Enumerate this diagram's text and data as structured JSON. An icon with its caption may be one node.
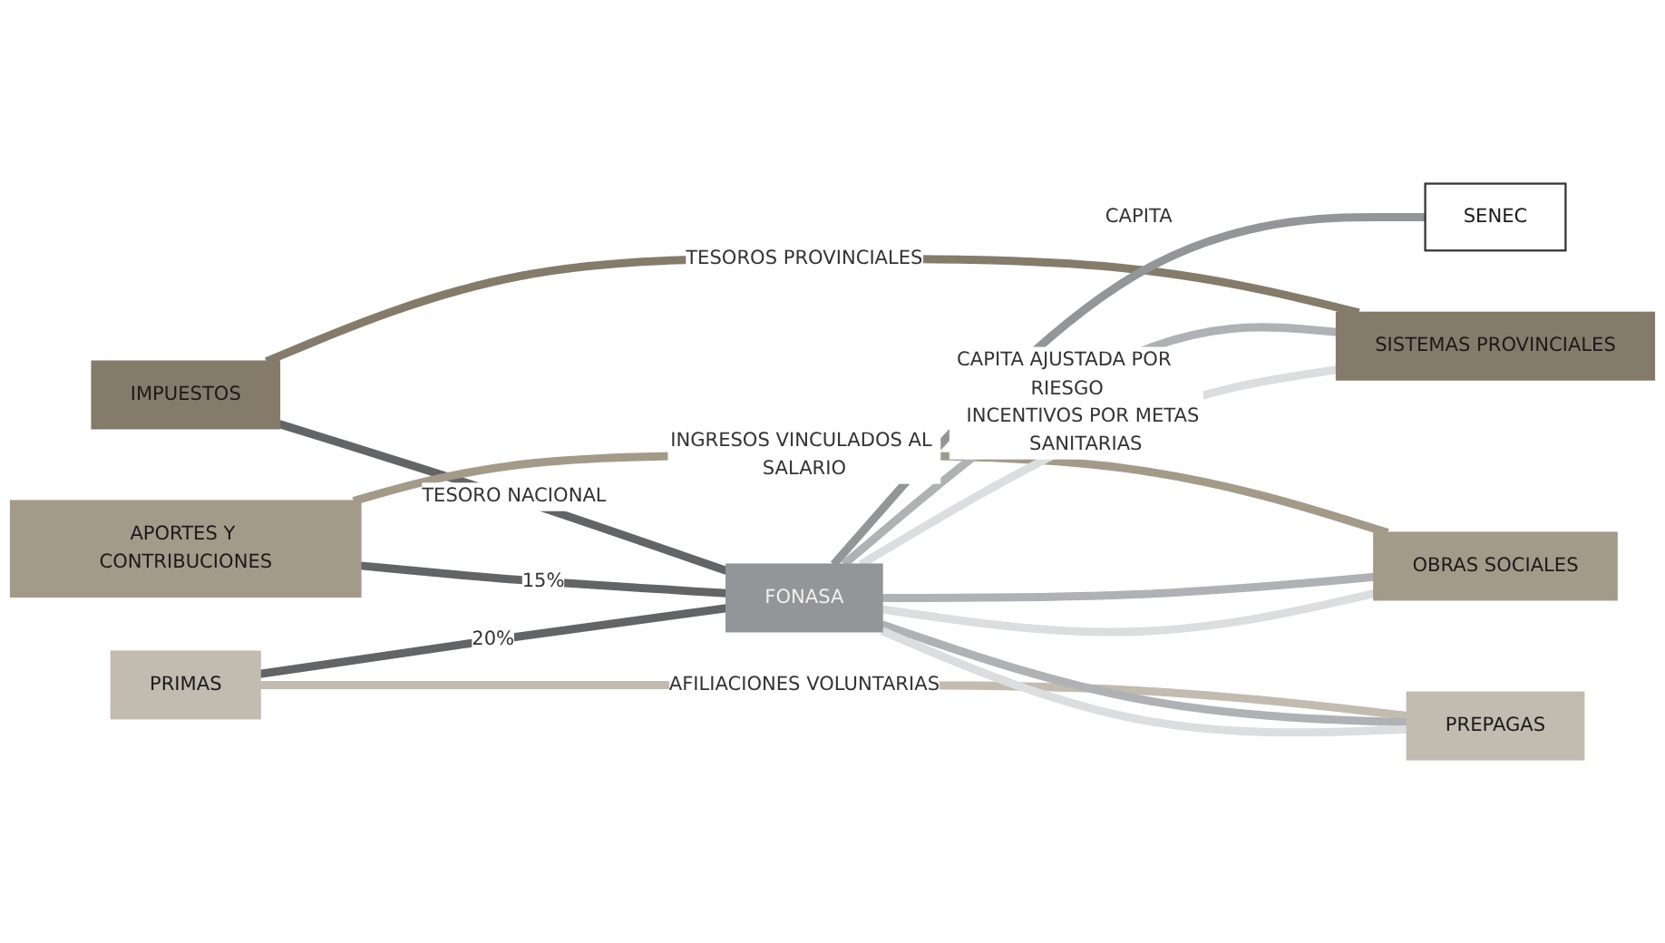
{
  "diagram": {
    "nodes": [
      {
        "text": [
          "FONASA"
        ]
      },
      {
        "text": [
          "IMPUESTOS"
        ]
      },
      {
        "text": [
          "SISTEMAS PROVINCIALES"
        ]
      },
      {
        "text": [
          "APORTES Y CONTRIBUCIONES"
        ]
      },
      {
        "text": [
          "OBRAS SOCIALES"
        ]
      },
      {
        "text": [
          "PRIMAS"
        ]
      },
      {
        "text": [
          "PREPAGAS"
        ]
      },
      {
        "text": [
          "SENEC"
        ]
      }
    ],
    "edges": [
      {
        "from": 1,
        "to": 0,
        "arrow": "none",
        "label": "TESORO NACIONAL",
        "color": "#636466"
      },
      {
        "from": 3,
        "to": 0,
        "arrow": "none",
        "label": "15%",
        "color": "#636466"
      },
      {
        "from": 5,
        "to": 0,
        "arrow": "none",
        "label": "20%",
        "color": "#636466"
      },
      {
        "from": 1,
        "to": 2,
        "arrow": "none",
        "label": "TESOROS PROVINCIALES",
        "color": "#857b6b"
      },
      {
        "from": 3,
        "to": 4,
        "arrow": "none",
        "label": "INGRESOS VINCULADOS AL SALARIO",
        "color": "#a49a8a"
      },
      {
        "from": 5,
        "to": 6,
        "arrow": "none",
        "label": "AFILIACIONES VOLUNTARIAS",
        "color": "#c1bbb0"
      },
      {
        "from": 0,
        "to": 7,
        "arrow": "none",
        "label": "CAPITA",
        "color": "#939598"
      },
      {
        "from": 0,
        "to": 2,
        "arrow": "none",
        "label": "CAPITA AJUSTADA POR RIESGO",
        "color": "#b0b1b4"
      },
      {
        "from": 0,
        "to": 4,
        "arrow": "none",
        "color": "#b0b1b4"
      },
      {
        "from": 0,
        "to": 6,
        "arrow": "none",
        "color": "#b0b1b4"
      },
      {
        "from": 0,
        "to": 2,
        "arrow": "none",
        "label": "INCENTIVOS POR METAS SANITARIAS",
        "color": "#dcdddf"
      },
      {
        "from": 0,
        "to": 4,
        "arrow": "none",
        "color": "#dcdddf"
      },
      {
        "from": 0,
        "to": 6,
        "arrow": "none",
        "color": "#dcdddf"
      }
    ]
  }
}
